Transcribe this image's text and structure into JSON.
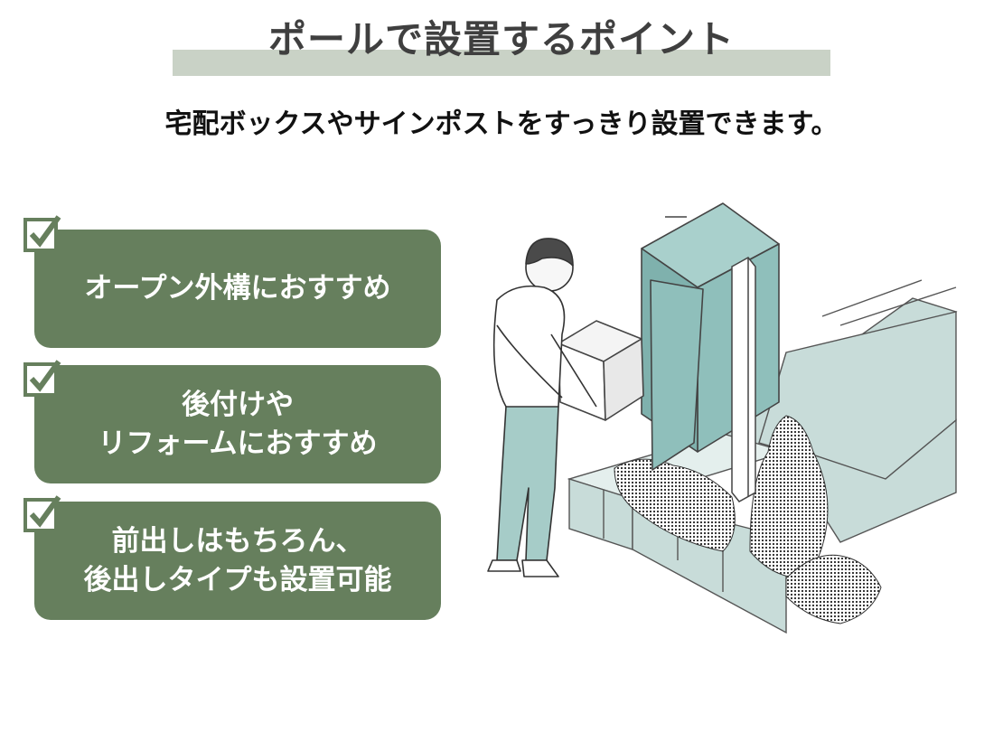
{
  "header": {
    "title": "ポールで設置するポイント",
    "subtitle": "宅配ボックスやサインポストをすっきり設置できます。"
  },
  "features": [
    {
      "lines": [
        "オープン外構におすすめ"
      ],
      "icon": "checkbox-checked-icon"
    },
    {
      "lines": [
        "後付けや",
        "リフォームにおすすめ"
      ],
      "icon": "checkbox-checked-icon"
    },
    {
      "lines": [
        "前出しはもちろん、",
        "後出しタイプも設置可能"
      ],
      "icon": "checkbox-checked-icon"
    }
  ],
  "colors": {
    "feature_bg": "#667f5d",
    "title_band": "#c9d2c6",
    "box_teal": "#8fbfbb",
    "walkway": "#c8dcd9"
  }
}
